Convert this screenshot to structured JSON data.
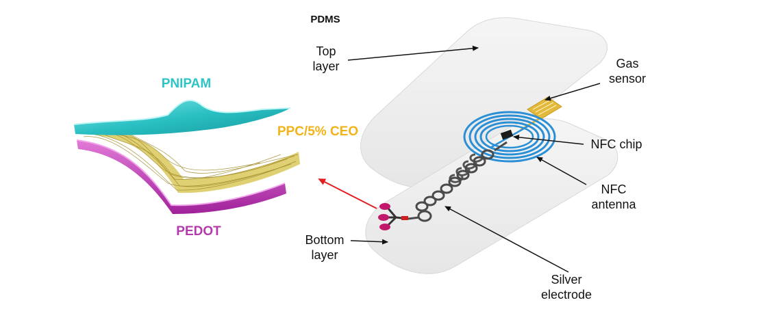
{
  "labels": {
    "pdms": "PDMS",
    "top_layer": "Top\nlayer",
    "bottom_layer": "Bottom\nlayer",
    "gas_sensor": "Gas\nsensor",
    "nfc_chip": "NFC chip",
    "nfc_antenna": "NFC\nantenna",
    "silver_electrode": "Silver\nelectrode",
    "pnipam": "PNIPAM",
    "ppc_ceo": "PPC/5% CEO",
    "pedot": "PEDOT"
  },
  "colors": {
    "pnipam": "#2ec4c6",
    "ppc_ceo": "#f2b318",
    "pedot": "#b33aaa",
    "antenna": "#2a8fd4",
    "gas_sensor": "#e2b93b",
    "pointer_arrow": "#e02020",
    "pad": "#c2186b",
    "layer": "#eeeeee"
  }
}
